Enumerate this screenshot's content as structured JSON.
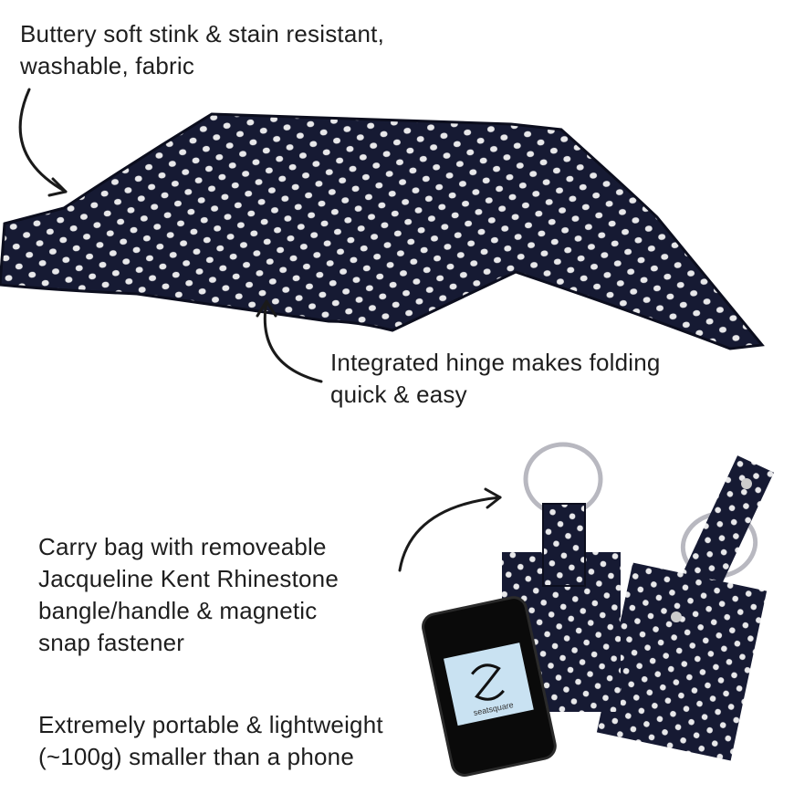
{
  "captions": {
    "fabric": [
      "Buttery soft stink & stain resistant,",
      "washable, fabric"
    ],
    "hinge": [
      "Integrated hinge makes folding",
      "quick & easy"
    ],
    "bag": [
      "Carry bag with removeable",
      "Jacqueline Kent Rhinestone",
      "bangle/handle & magnetic",
      "snap fastener"
    ],
    "portable": [
      "Extremely portable & lightweight",
      "(~100g) smaller than a phone"
    ]
  },
  "phone_logo": {
    "brand": "seatsquare"
  },
  "colors": {
    "fabric": "#161a33",
    "dots": "#e8e8ea",
    "text": "#1e1e1e",
    "phone_screen": "#c9e2f2",
    "ring": "#b8b8c0"
  }
}
